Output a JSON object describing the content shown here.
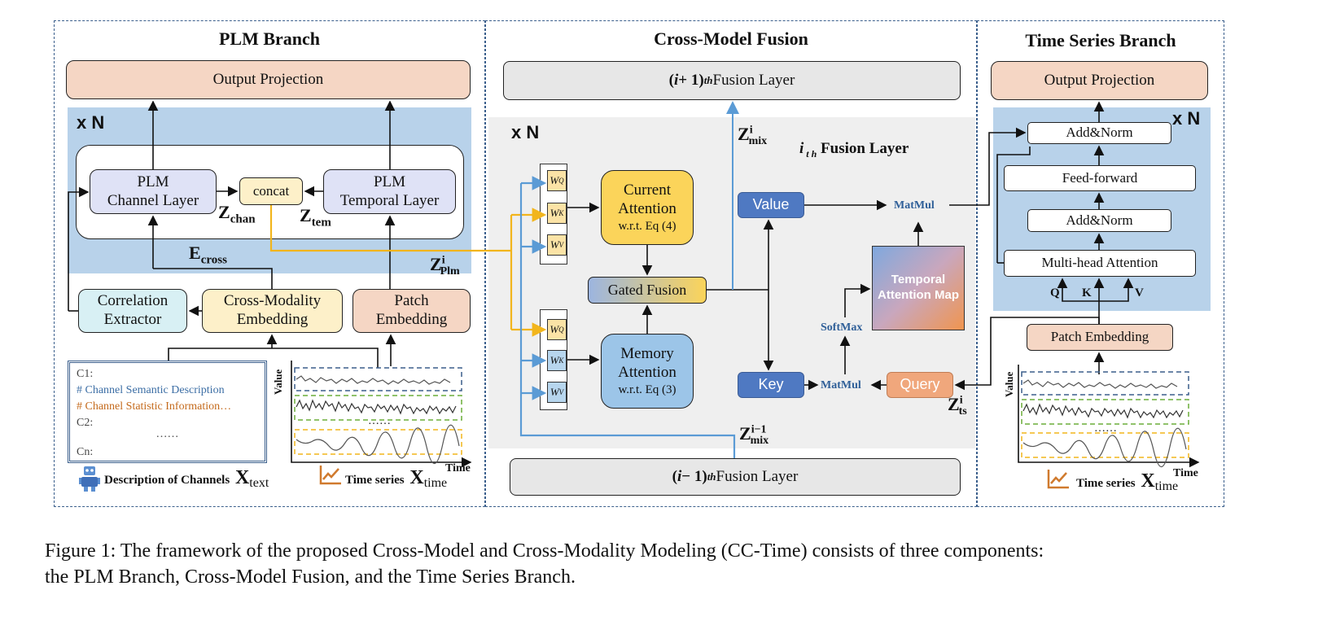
{
  "plm_branch": {
    "title": "PLM Branch",
    "output_projection": "Output Projection",
    "repeat": "x N",
    "plm_channel_layer": [
      "PLM",
      "Channel Layer"
    ],
    "concat": "concat",
    "plm_temporal_layer": [
      "PLM",
      "Temporal Layer"
    ],
    "z_chan_main": "Z",
    "z_chan_sub": "chan",
    "z_tem_main": "Z",
    "z_tem_sub": "tem",
    "e_cross_main": "E",
    "e_cross_sub": "cross",
    "z_plm_main": "Z",
    "z_plm_sup": "i",
    "z_plm_sub": "Plm",
    "correlation_extractor": [
      "Correlation",
      "Extractor"
    ],
    "cross_modality_embedding": [
      "Cross-Modality",
      "Embedding"
    ],
    "patch_embedding": [
      "Patch",
      "Embedding"
    ],
    "text_lines": {
      "c1": "C1:",
      "sem": "# Channel Semantic Description",
      "stat": "# Channel Statistic Information…",
      "c2": "C2:",
      "dots": "……",
      "cn": "Cn:"
    },
    "desc_label": "Description of Channels",
    "x_text_main": "X",
    "x_text_sub": "text",
    "ts_label": "Time series",
    "x_time_main": "X",
    "x_time_sub": "time",
    "axis_value": "Value",
    "axis_time": "Time",
    "ts_dots": "……"
  },
  "fusion": {
    "title": "Cross-Model Fusion",
    "next_layer": {
      "prefix": "(",
      "i": "i",
      "plus": " + 1)",
      "th": "th",
      "label": " Fusion Layer"
    },
    "prev_layer": {
      "prefix": "(",
      "i": "i",
      "minus": " − 1)",
      "th": "th",
      "label": " Fusion  Layer"
    },
    "repeat": "x N",
    "z_mix_main": "Z",
    "z_mix_sup": "i",
    "z_mix_sub": "mix",
    "layer_title_i": "i",
    "layer_title_th": " t h",
    "layer_title_label": " Fusion Layer",
    "wq": "W",
    "wq_sub": "Q",
    "wk": "W",
    "wk_sub": "K",
    "wv": "W",
    "wv_sub": "V",
    "current_attention": [
      "Current",
      "Attention",
      "w.r.t. Eq (4)"
    ],
    "memory_attention": [
      "Memory",
      "Attention",
      "w.r.t. Eq (3)"
    ],
    "gated_fusion": "Gated Fusion",
    "value": "Value",
    "key": "Key",
    "query": "Query",
    "matmul_top": "MatMul",
    "matmul_bottom": "MatMul",
    "softmax": "SoftMax",
    "temporal_map": [
      "Temporal",
      "Attention Map"
    ],
    "z_prev_main": "Z",
    "z_prev_sup": "i−1",
    "z_prev_sub": "mix",
    "z_ts_main": "Z",
    "z_ts_sup": "i",
    "z_ts_sub": "ts"
  },
  "ts_branch": {
    "title": "Time Series Branch",
    "output_projection": "Output Projection",
    "repeat": "x N",
    "add_norm_top": "Add&Norm",
    "feed_forward": "Feed-forward",
    "add_norm_bottom": "Add&Norm",
    "mha": "Multi-head Attention",
    "q": "Q",
    "k": "K",
    "v": "V",
    "patch_embedding": "Patch Embedding",
    "ts_label": "Time series",
    "x_time_main": "X",
    "x_time_sub": "time",
    "axis_value": "Value",
    "axis_time": "Time",
    "ts_dots": "……"
  },
  "caption": {
    "line1": "Figure 1: The framework of the proposed Cross-Model and Cross-Modality Modeling (CC-Time) consists of three components:",
    "line2": "the PLM Branch, Cross-Model Fusion, and the Time Series Branch."
  },
  "colors": {
    "peach": "#f5d6c4",
    "blue_band": "#b8d2ea",
    "key_blue": "#4f79c2",
    "query_orange": "#f0a77c",
    "yellow_line": "#f2b51c",
    "blue_line": "#5b9bd5"
  }
}
